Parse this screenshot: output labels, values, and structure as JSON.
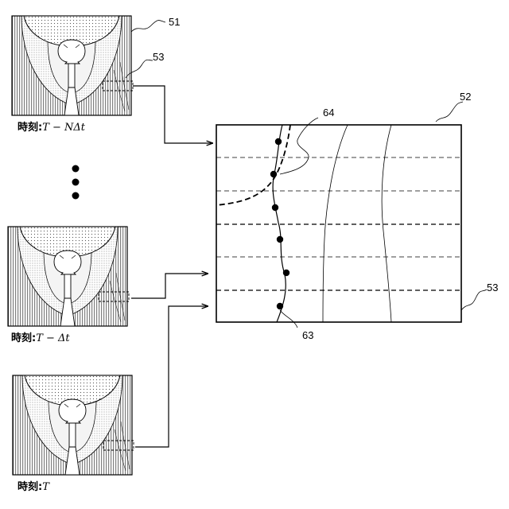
{
  "reference_numerals": {
    "frame_image": "51",
    "region_box": "53",
    "graph_panel": "52",
    "graph_region": "53",
    "dashed_curve": "64",
    "solid_curve": "63"
  },
  "frames": [
    {
      "label_prefix": "時刻:",
      "label_expr": "T − NΔt"
    },
    {
      "label_prefix": "時刻:",
      "label_expr": "T − Δt"
    },
    {
      "label_prefix": "時刻:",
      "label_expr": "T"
    }
  ],
  "ellipsis": "•••"
}
